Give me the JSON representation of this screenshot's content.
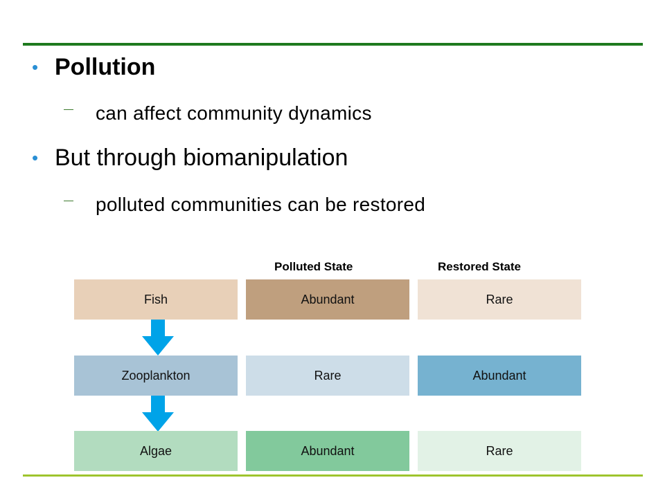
{
  "bullets": [
    {
      "text": "Pollution",
      "sub": "can affect community dynamics"
    },
    {
      "text": "But through biomanipulation",
      "sub": "polluted communities can be restored"
    }
  ],
  "table": {
    "headers": [
      "Polluted State",
      "Restored  State"
    ],
    "rows": [
      {
        "label": "Fish",
        "polluted": "Abundant",
        "restored": "Rare"
      },
      {
        "label": "Zooplankton",
        "polluted": "Rare",
        "restored": "Abundant"
      },
      {
        "label": "Algae",
        "polluted": "Abundant",
        "restored": "Rare"
      }
    ]
  },
  "colors": {
    "title_rule": "#1e7a1e",
    "bottom_rule": "#9ec42d",
    "bullet": "#2a8fd4",
    "arrow": "#00a3e8",
    "fish": [
      "#e8d0b8",
      "#bf9f7e",
      "#f0e2d5"
    ],
    "zooplankton": [
      "#a8c3d6",
      "#cddde8",
      "#76b2d0"
    ],
    "algae": [
      "#b2dcbf",
      "#82c99c",
      "#e2f2e6"
    ]
  },
  "icons": [
    "arrow-down-icon",
    "arrow-down-icon"
  ]
}
